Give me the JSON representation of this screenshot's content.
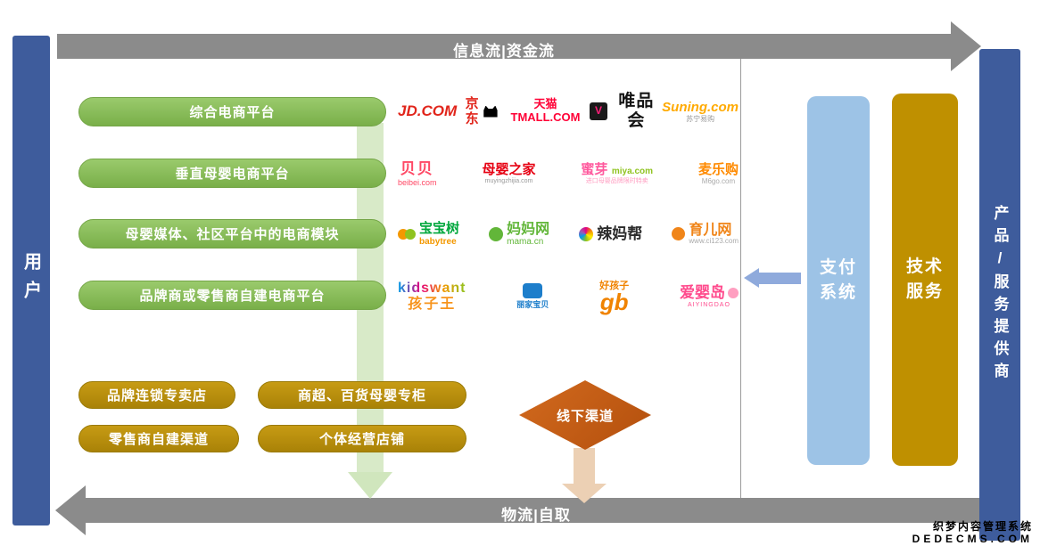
{
  "colors": {
    "bar_blue": "#3e5c9c",
    "arrow_gray": "#8b8b8b",
    "pill_green": "#79af49",
    "pill_gold": "#a98207",
    "diamond_orange": "#c45911",
    "payment_blue": "#9dc3e6",
    "tech_gold": "#bf9000",
    "pale_green_arrow": "#cbe3b6",
    "pale_tan_arrow": "#ecd0b4"
  },
  "top_arrow": {
    "label": "信息流|资金流"
  },
  "bottom_arrow": {
    "label": "物流|自取"
  },
  "left_bar": {
    "label": "用户"
  },
  "right_bar": {
    "label": "产品/服务提供商"
  },
  "platform_rows": [
    {
      "label": "综合电商平台"
    },
    {
      "label": "垂直母婴电商平台"
    },
    {
      "label": "母婴媒体、社区平台中的电商模块"
    },
    {
      "label": "品牌商或零售商自建电商平台"
    }
  ],
  "logos": {
    "row1": [
      {
        "name": "jd",
        "main": "JD.COM",
        "sub": "京东"
      },
      {
        "name": "tmall",
        "main": "天猫TMALL.COM"
      },
      {
        "name": "vip",
        "badge": "V",
        "main": "唯品会"
      },
      {
        "name": "suning",
        "main": "Suning.com",
        "sub": "苏宁易购"
      }
    ],
    "row2": [
      {
        "name": "beibei",
        "main": "贝贝",
        "sub": "beibei.com"
      },
      {
        "name": "muyingzhijia",
        "main": "母婴之家",
        "sub": "muyingzhijia.com"
      },
      {
        "name": "miya",
        "main": "蜜芽",
        "main2": "miya.com",
        "sub": "进口母婴品牌限时特卖"
      },
      {
        "name": "mailegou",
        "main": "麦乐购",
        "sub": "M6go.com"
      }
    ],
    "row3": [
      {
        "name": "babytree",
        "main": "宝宝树",
        "sub": "babytree"
      },
      {
        "name": "mamawang",
        "main": "妈妈网",
        "sub": "mama.cn"
      },
      {
        "name": "lamabang",
        "main": "辣妈帮"
      },
      {
        "name": "yuerwang",
        "main": "育儿网",
        "sub": "www.ci123.com"
      }
    ],
    "row4": [
      {
        "name": "kidswant",
        "main": "kidswant",
        "sub": "孩子王"
      },
      {
        "name": "lijiabaobei",
        "sub": "丽家宝贝"
      },
      {
        "name": "goodbaby",
        "top": "好孩子",
        "main": "gb"
      },
      {
        "name": "aiyingdao",
        "main": "爱婴岛",
        "sub": "AIYINGDAO"
      }
    ]
  },
  "offline_channels": {
    "buttons": [
      "品牌连锁专卖店",
      "商超、百货母婴专柜",
      "零售商自建渠道",
      "个体经营店铺"
    ],
    "diamond": "线下渠道"
  },
  "payment": {
    "line1": "支付",
    "line2": "系统"
  },
  "tech": {
    "line1": "技术",
    "line2": "服务"
  },
  "watermark": {
    "line1": "织梦内容管理系统",
    "line2": "DEDECMS.COM"
  }
}
